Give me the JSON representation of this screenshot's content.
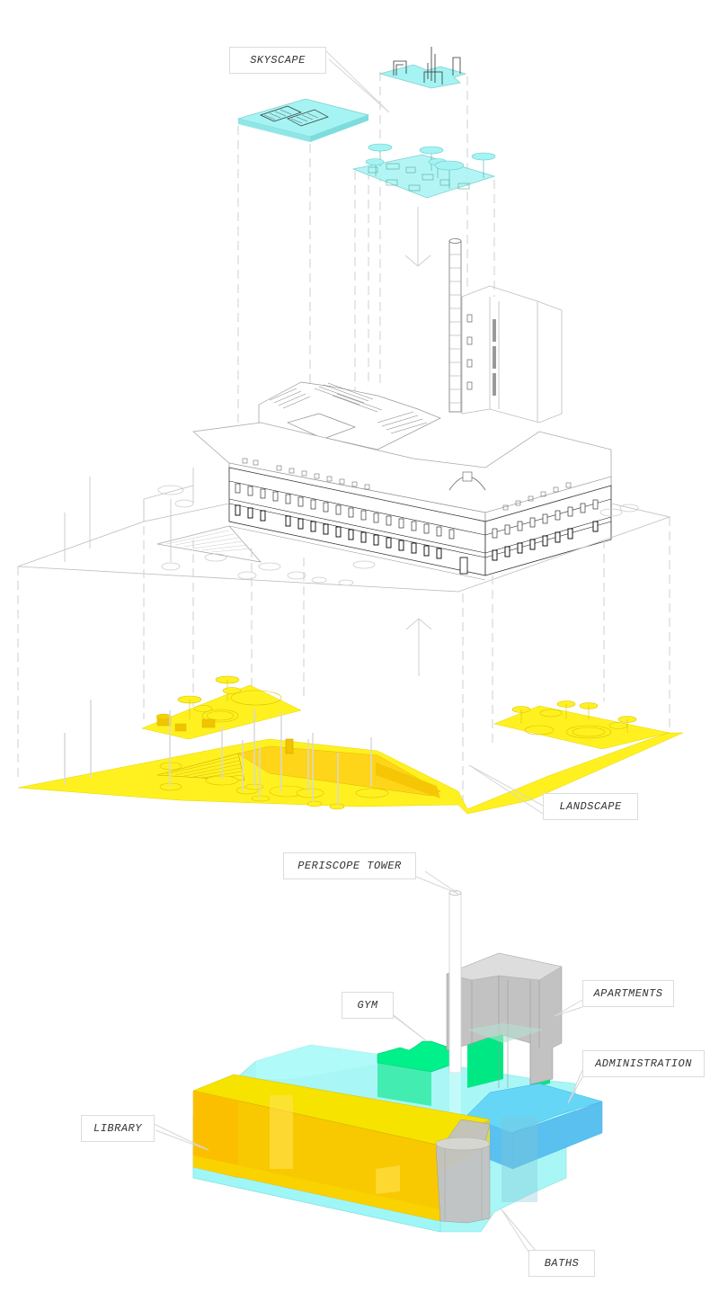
{
  "title": "Exploded axonometric diagram of building programme",
  "labels": {
    "skyscape": "SKYSCAPE",
    "landscape": "LANDSCAPE",
    "periscope_tower": "PERISCOPE TOWER",
    "gym": "GYM",
    "apartments": "APARTMENTS",
    "administration": "ADMINISTRATION",
    "library": "LIBRARY",
    "baths": "BATHS"
  },
  "layers": [
    {
      "name": "Skyscape",
      "color": "#a6f3f3",
      "position": "top"
    },
    {
      "name": "Existing building (line drawing)",
      "color": "#ffffff",
      "position": "middle"
    },
    {
      "name": "Landscape",
      "color": "#fff11f",
      "position": "below building"
    }
  ],
  "programme": [
    {
      "name": "Periscope Tower",
      "color": "#ffffff"
    },
    {
      "name": "Gym",
      "color": "#00e886"
    },
    {
      "name": "Apartments",
      "color": "#c2c2c2"
    },
    {
      "name": "Administration",
      "color": "#5cc8f0"
    },
    {
      "name": "Library",
      "color": "#f7c600"
    },
    {
      "name": "Baths",
      "color": "#9ff6f6"
    }
  ],
  "arrows": [
    {
      "direction": "down",
      "meaning": "skyscape placed onto roof"
    },
    {
      "direction": "up",
      "meaning": "landscape raised to ground"
    }
  ]
}
